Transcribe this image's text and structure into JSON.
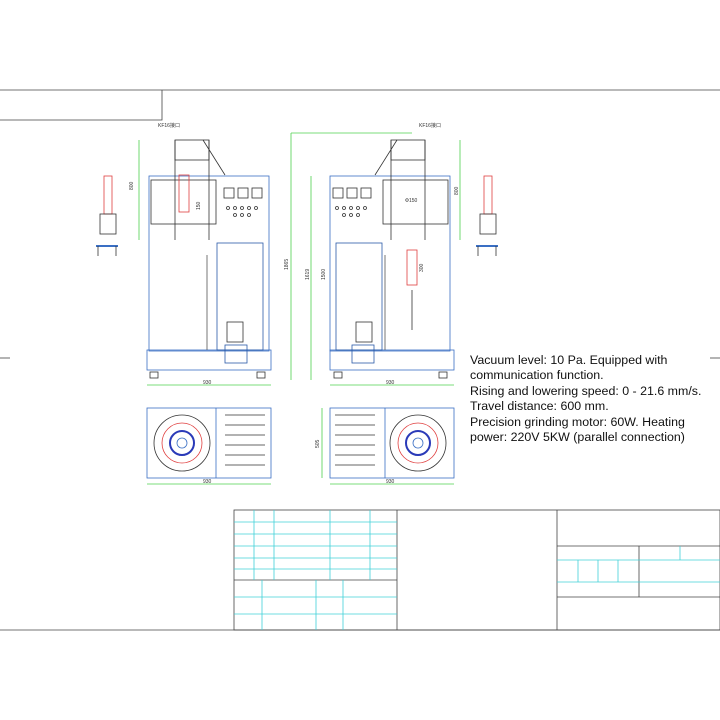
{
  "drawing": {
    "dimensions": {
      "front_width": "930",
      "side_width": "930",
      "top_width_left": "930",
      "top_width_right": "930",
      "top_depth": "505",
      "overall_height": "1865",
      "cabinet_height": "1619",
      "frame_height": "1500",
      "chamber_height_left": "800",
      "chamber_height_right": "800",
      "chamber_diameter": "Φ150",
      "heater_length": "150",
      "travel": "300",
      "inlet_label": "KF16接口"
    },
    "colors": {
      "frame": "#3a6fc4",
      "dimension": "#4fd04f",
      "heater": "#e04040",
      "table": "#40d0d8",
      "line": "#333333"
    }
  },
  "specs": [
    "Vacuum level: 10 Pa. Equipped with",
    "communication function.",
    "Rising and lowering speed: 0 - 21.6 mm/s.",
    "Travel distance: 600 mm.",
    "Precision grinding motor: 60W. Heating",
    "power: 220V 5KW (parallel connection)"
  ]
}
